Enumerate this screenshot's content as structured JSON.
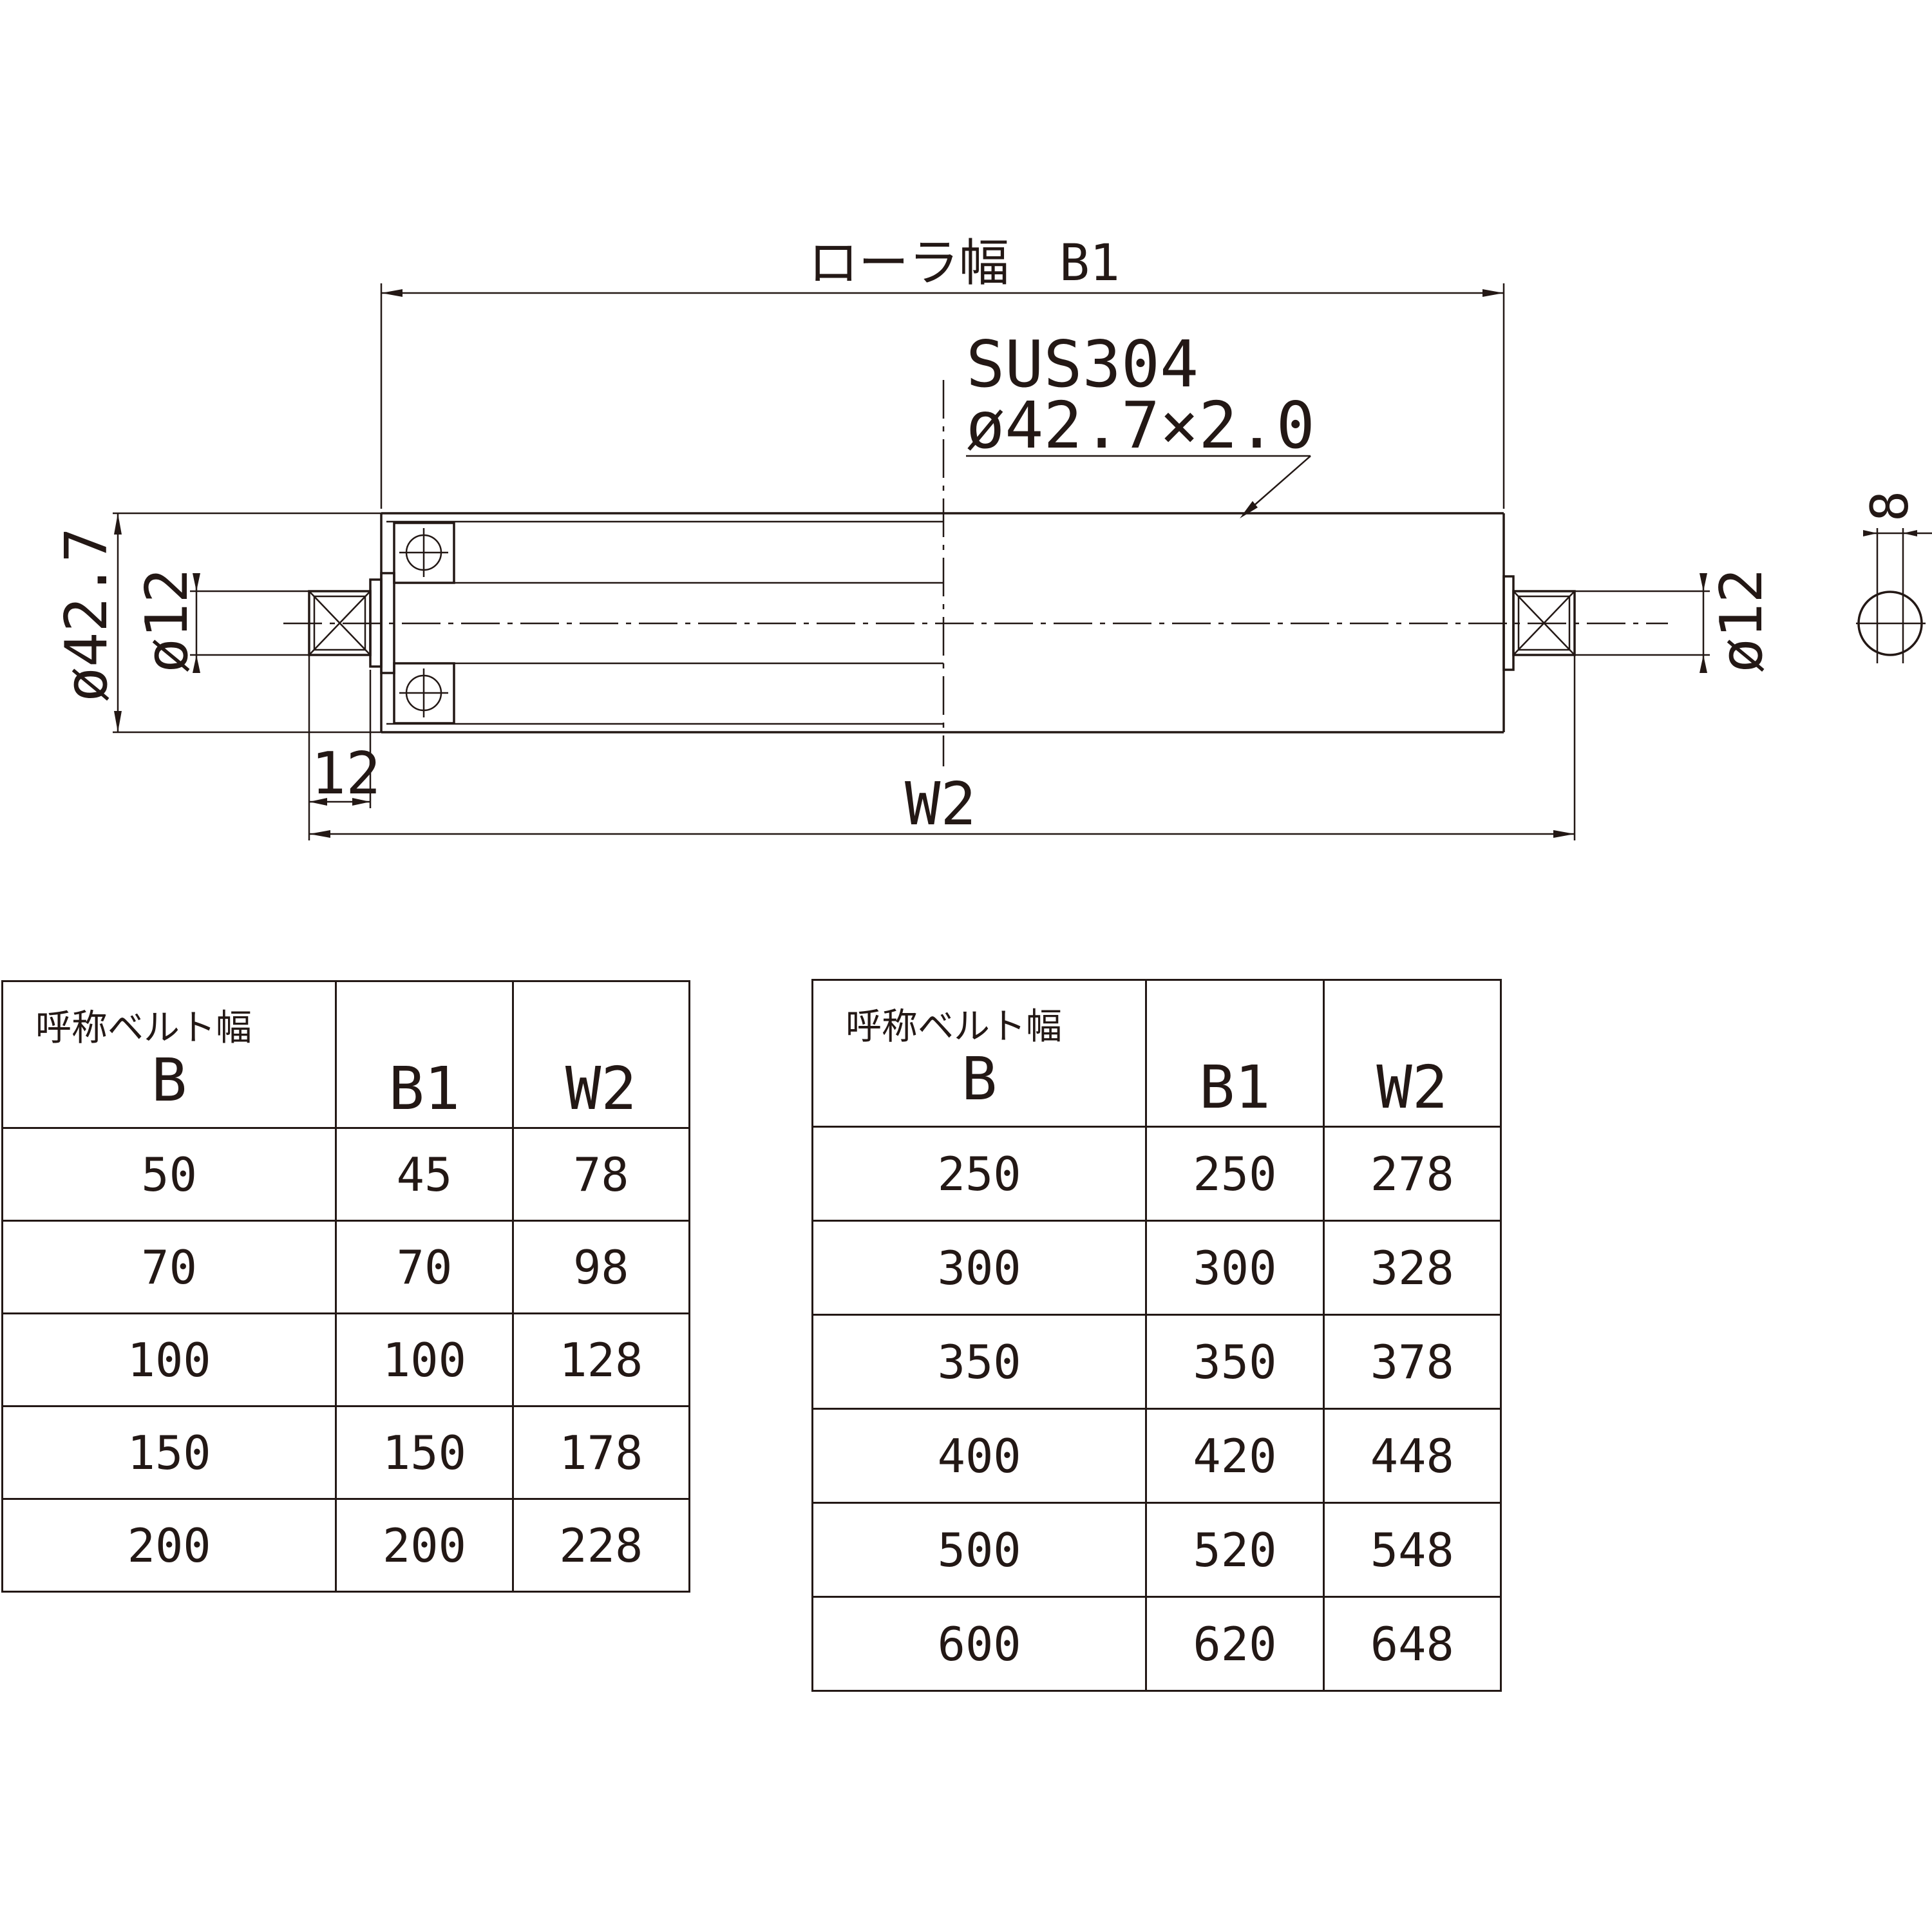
{
  "drawing": {
    "roller_width_label": "ローラ幅　B1",
    "material_label": "SUS304",
    "tube_label": "ø42.7×2.0",
    "outer_dia_label": "ø42.7",
    "shaft_dia_left_label": "ø12",
    "shaft_dia_right_label": "ø12",
    "shaft_flat_label": "12",
    "total_width_label": "W2",
    "flat_width_label": "8"
  },
  "table_left": {
    "header": {
      "name": "呼称ベルト幅",
      "b": "B",
      "b1": "B1",
      "w2": "W2"
    },
    "rows": [
      {
        "b": "50",
        "b1": "45",
        "w2": "78"
      },
      {
        "b": "70",
        "b1": "70",
        "w2": "98"
      },
      {
        "b": "100",
        "b1": "100",
        "w2": "128"
      },
      {
        "b": "150",
        "b1": "150",
        "w2": "178"
      },
      {
        "b": "200",
        "b1": "200",
        "w2": "228"
      }
    ]
  },
  "table_right": {
    "header": {
      "name": "呼称ベルト幅",
      "b": "B",
      "b1": "B1",
      "w2": "W2"
    },
    "rows": [
      {
        "b": "250",
        "b1": "250",
        "w2": "278"
      },
      {
        "b": "300",
        "b1": "300",
        "w2": "328"
      },
      {
        "b": "350",
        "b1": "350",
        "w2": "378"
      },
      {
        "b": "400",
        "b1": "420",
        "w2": "448"
      },
      {
        "b": "500",
        "b1": "520",
        "w2": "548"
      },
      {
        "b": "600",
        "b1": "620",
        "w2": "648"
      }
    ]
  }
}
